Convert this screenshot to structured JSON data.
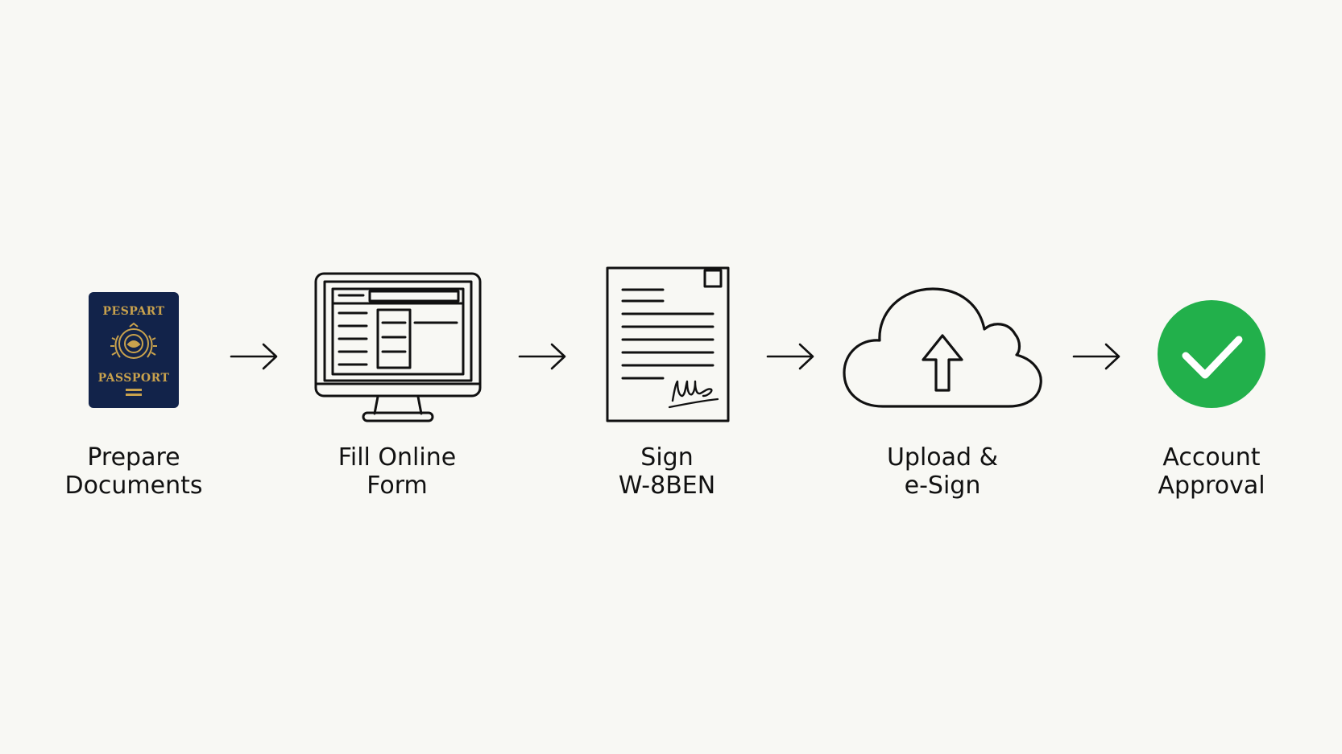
{
  "colors": {
    "background": "#f8f8f4",
    "ink": "#111111",
    "passport_cover": "#12234a",
    "passport_gold": "#c9a24d",
    "approval_green": "#22b04b"
  },
  "steps": [
    {
      "icon": "passport-icon",
      "label_lines": [
        "Prepare",
        "Documents"
      ],
      "icon_text": {
        "top": "PESPART",
        "bottom": "PASSPORT"
      }
    },
    {
      "icon": "monitor-form-icon",
      "label_lines": [
        "Fill Online",
        "Form"
      ]
    },
    {
      "icon": "signed-document-icon",
      "label_lines": [
        "Sign",
        "W-8BEN"
      ]
    },
    {
      "icon": "cloud-upload-icon",
      "label_lines": [
        "Upload &",
        "e-Sign"
      ]
    },
    {
      "icon": "checkmark-circle-icon",
      "label_lines": [
        "Account",
        "Approval"
      ]
    }
  ],
  "connectors": [
    {
      "icon": "arrow-right-icon"
    },
    {
      "icon": "arrow-right-icon"
    },
    {
      "icon": "arrow-right-icon"
    },
    {
      "icon": "arrow-right-icon"
    }
  ]
}
